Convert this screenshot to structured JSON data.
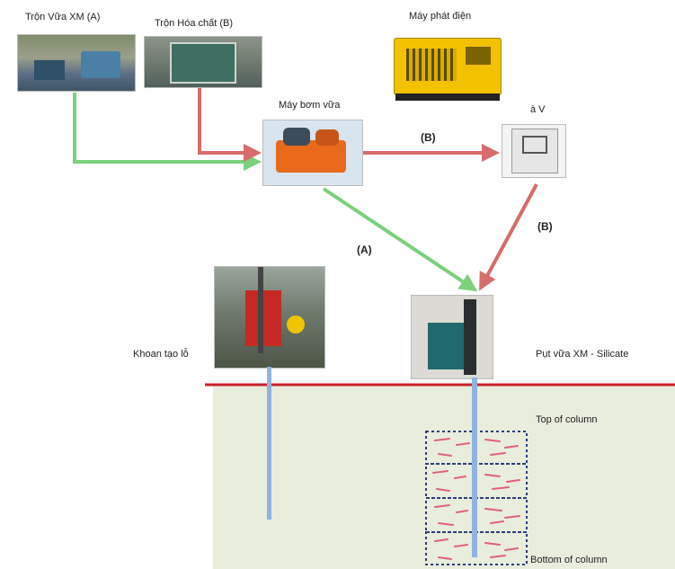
{
  "labels": {
    "mixer_a": "Trộn Vữa XM (A)",
    "mixer_b": "Trộn Hóa chất (B)",
    "generator": "Máy phát điện",
    "pump": "Máy bơm vữa",
    "unit_v": "à V",
    "drill": "Khoan tạo lỗ",
    "injector": "Pụt vữa XM - Silicate",
    "top_col": "Top of column",
    "bottom_col": "Bottom of column"
  },
  "flow_labels": {
    "b1": "(B)",
    "b2": "(B)",
    "a1": "(A)"
  },
  "colors": {
    "flow_a": "#7cd17c",
    "flow_b": "#d86b6b",
    "ground_line": "#c8202a",
    "soil": "#e9eddc",
    "column_pipe": "#8fb3e0",
    "zone_border": "#2a3f7a",
    "grout_marks": "#e0607a"
  }
}
